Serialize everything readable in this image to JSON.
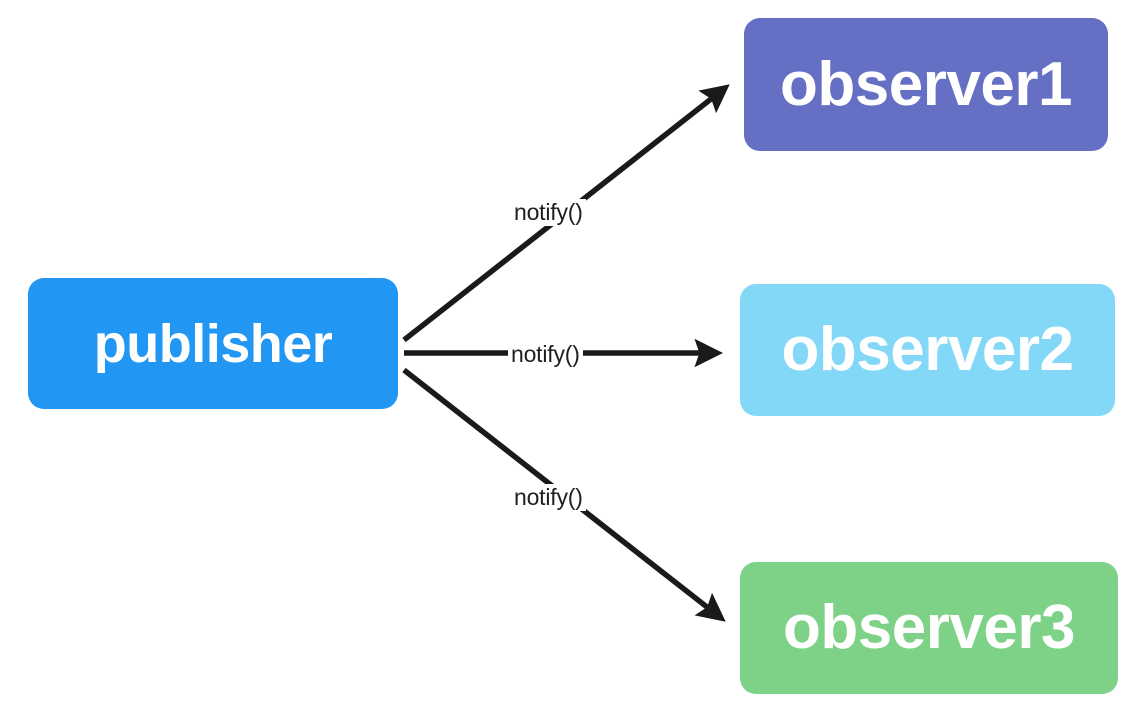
{
  "diagram": {
    "title": "observer-pattern-notify-diagram",
    "background": "#ffffff",
    "nodes": {
      "publisher": {
        "label": "publisher",
        "color": "#2196f3",
        "text_color": "#ffffff"
      },
      "observer1": {
        "label": "observer1",
        "color": "#6570c4",
        "text_color": "#ffffff"
      },
      "observer2": {
        "label": "observer2",
        "color": "#84d8f7",
        "text_color": "#ffffff"
      },
      "observer3": {
        "label": "observer3",
        "color": "#7ed287",
        "text_color": "#ffffff"
      }
    },
    "edges": [
      {
        "from": "publisher",
        "to": "observer1",
        "label": "notify()",
        "color": "#1a1a1a"
      },
      {
        "from": "publisher",
        "to": "observer2",
        "label": "notify()",
        "color": "#1a1a1a"
      },
      {
        "from": "publisher",
        "to": "observer3",
        "label": "notify()",
        "color": "#1a1a1a"
      }
    ]
  }
}
